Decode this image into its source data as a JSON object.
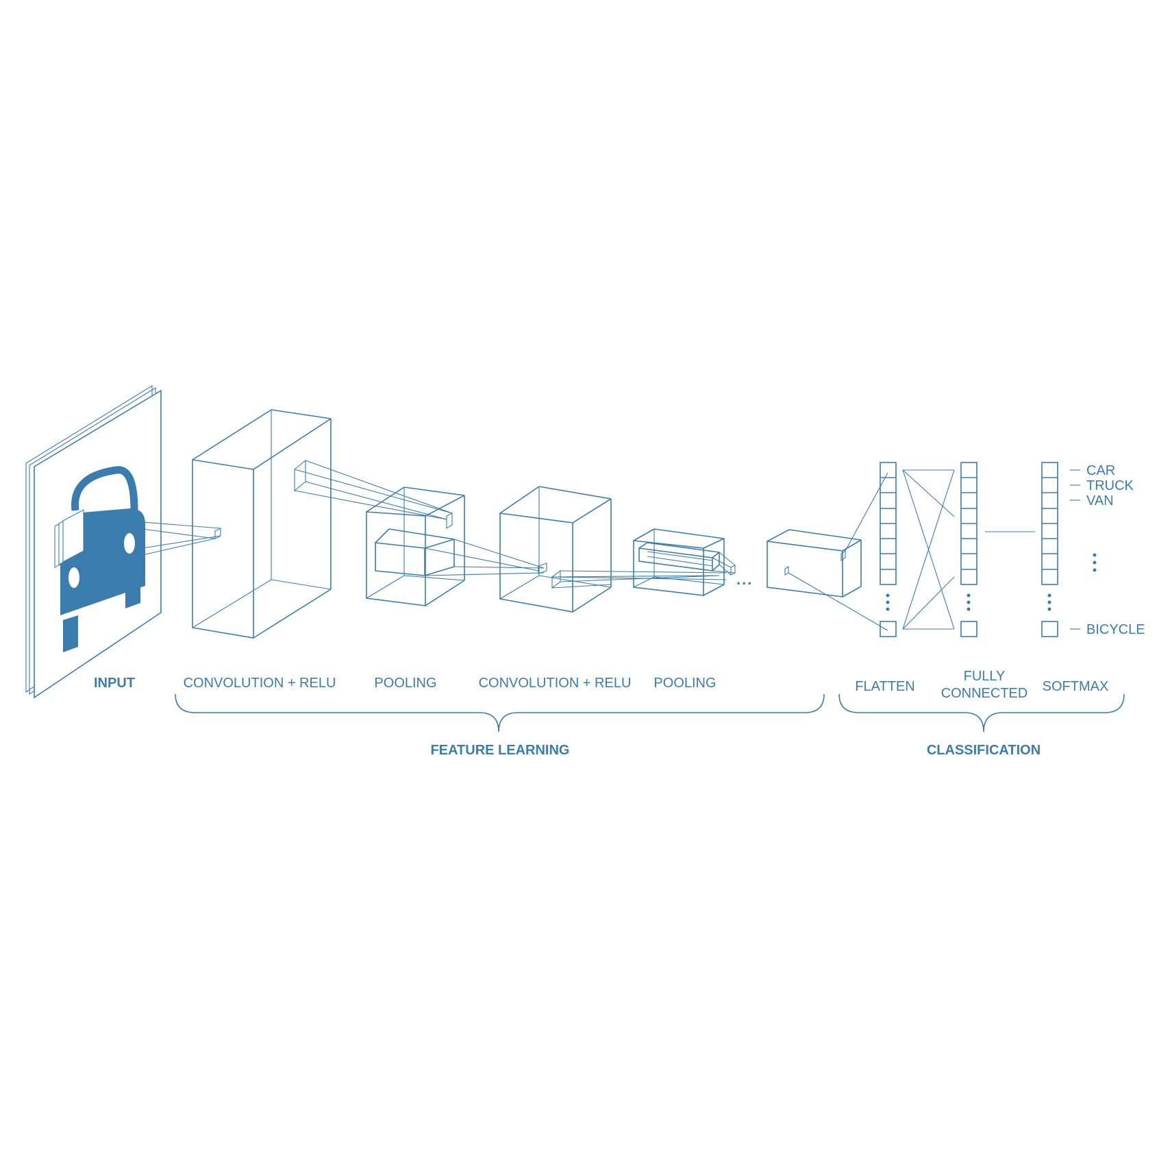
{
  "colors": {
    "primary": "#3a7cad",
    "background": "#ffffff"
  },
  "labels": {
    "input": "INPUT",
    "conv1": "CONVOLUTION + RELU",
    "pool1": "POOLING",
    "conv2": "CONVOLUTION + RELU",
    "pool2": "POOLING",
    "flatten": "FLATTEN",
    "fully_connected_line1": "FULLY",
    "fully_connected_line2": "CONNECTED",
    "softmax": "SOFTMAX",
    "feature_learning": "FEATURE LEARNING",
    "classification": "CLASSIFICATION",
    "ellipsis": "..."
  },
  "outputs": {
    "classes": [
      "CAR",
      "TRUCK",
      "VAN"
    ],
    "last_class": "BICYCLE"
  },
  "icons": {
    "input_image": "car-icon"
  }
}
